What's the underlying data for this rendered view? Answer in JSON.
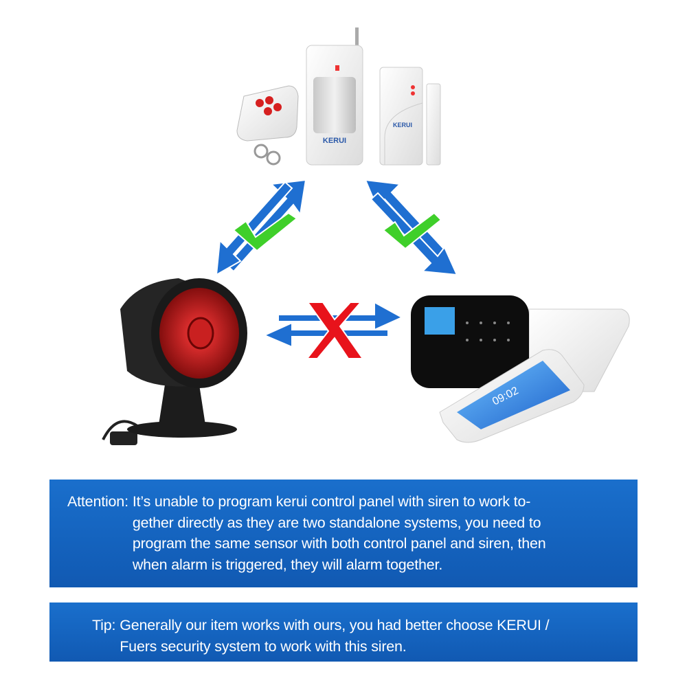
{
  "colors": {
    "arrow_blue": "#1f6fd1",
    "check_green": "#3fcf2a",
    "cross_red": "#e8131b",
    "panel_blue": "#1565c0"
  },
  "devices": {
    "sensor_logo": "KERUI",
    "door_sensor_logo": "KERUI",
    "tablet_time": "09:02"
  },
  "links": {
    "sensors_to_siren": "check-icon",
    "sensors_to_panel": "check-icon",
    "siren_to_panel": "cross-icon"
  },
  "attention": {
    "label": "Attention:",
    "lines": [
      "It’s unable to program kerui control panel with siren to work to-",
      "gether directly as they are two standalone systems, you need to",
      "program the same sensor with both control panel and siren, then",
      "when alarm is triggered, they will alarm together."
    ]
  },
  "tip": {
    "label": "Tip:",
    "lines": [
      "Generally our item works with ours, you had better choose KERUI /",
      "Fuers security system to work with this siren."
    ]
  }
}
